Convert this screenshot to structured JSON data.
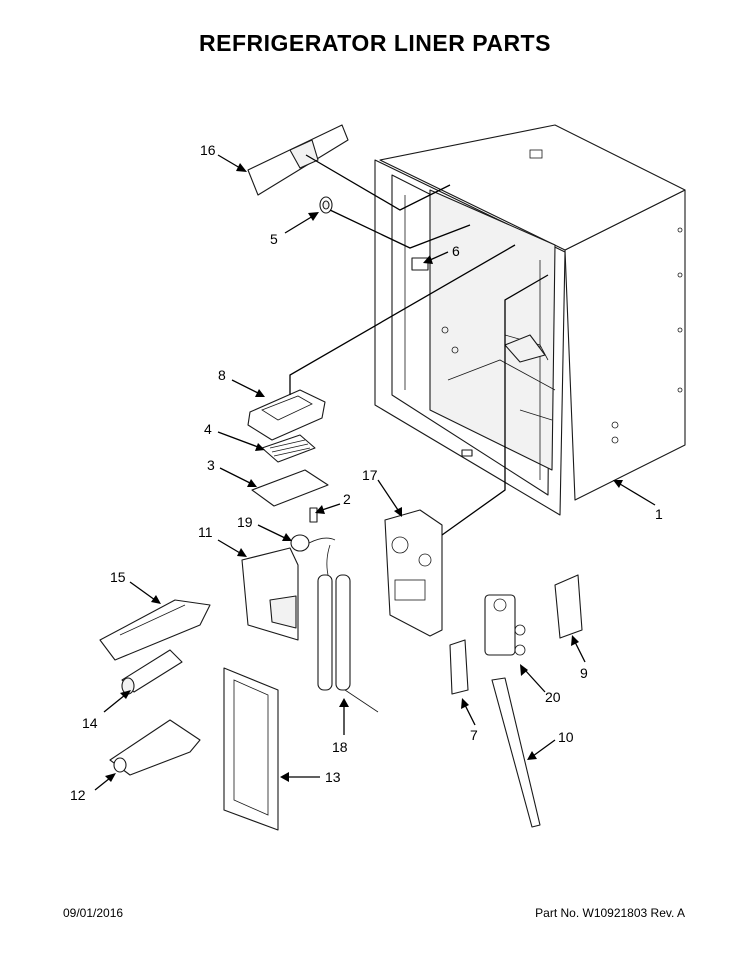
{
  "title": "REFRIGERATOR LINER PARTS",
  "footer": {
    "date": "09/01/2016",
    "part_no": "Part No.  W10921803  Rev.  A"
  },
  "callouts": {
    "c1": "1",
    "c2": "2",
    "c3": "3",
    "c4": "4",
    "c5": "5",
    "c6": "6",
    "c7": "7",
    "c8": "8",
    "c9": "9",
    "c10": "10",
    "c11": "11",
    "c12": "12",
    "c13": "13",
    "c14": "14",
    "c15": "15",
    "c16": "16",
    "c17": "17",
    "c18": "18",
    "c19": "19",
    "c20": "20"
  }
}
